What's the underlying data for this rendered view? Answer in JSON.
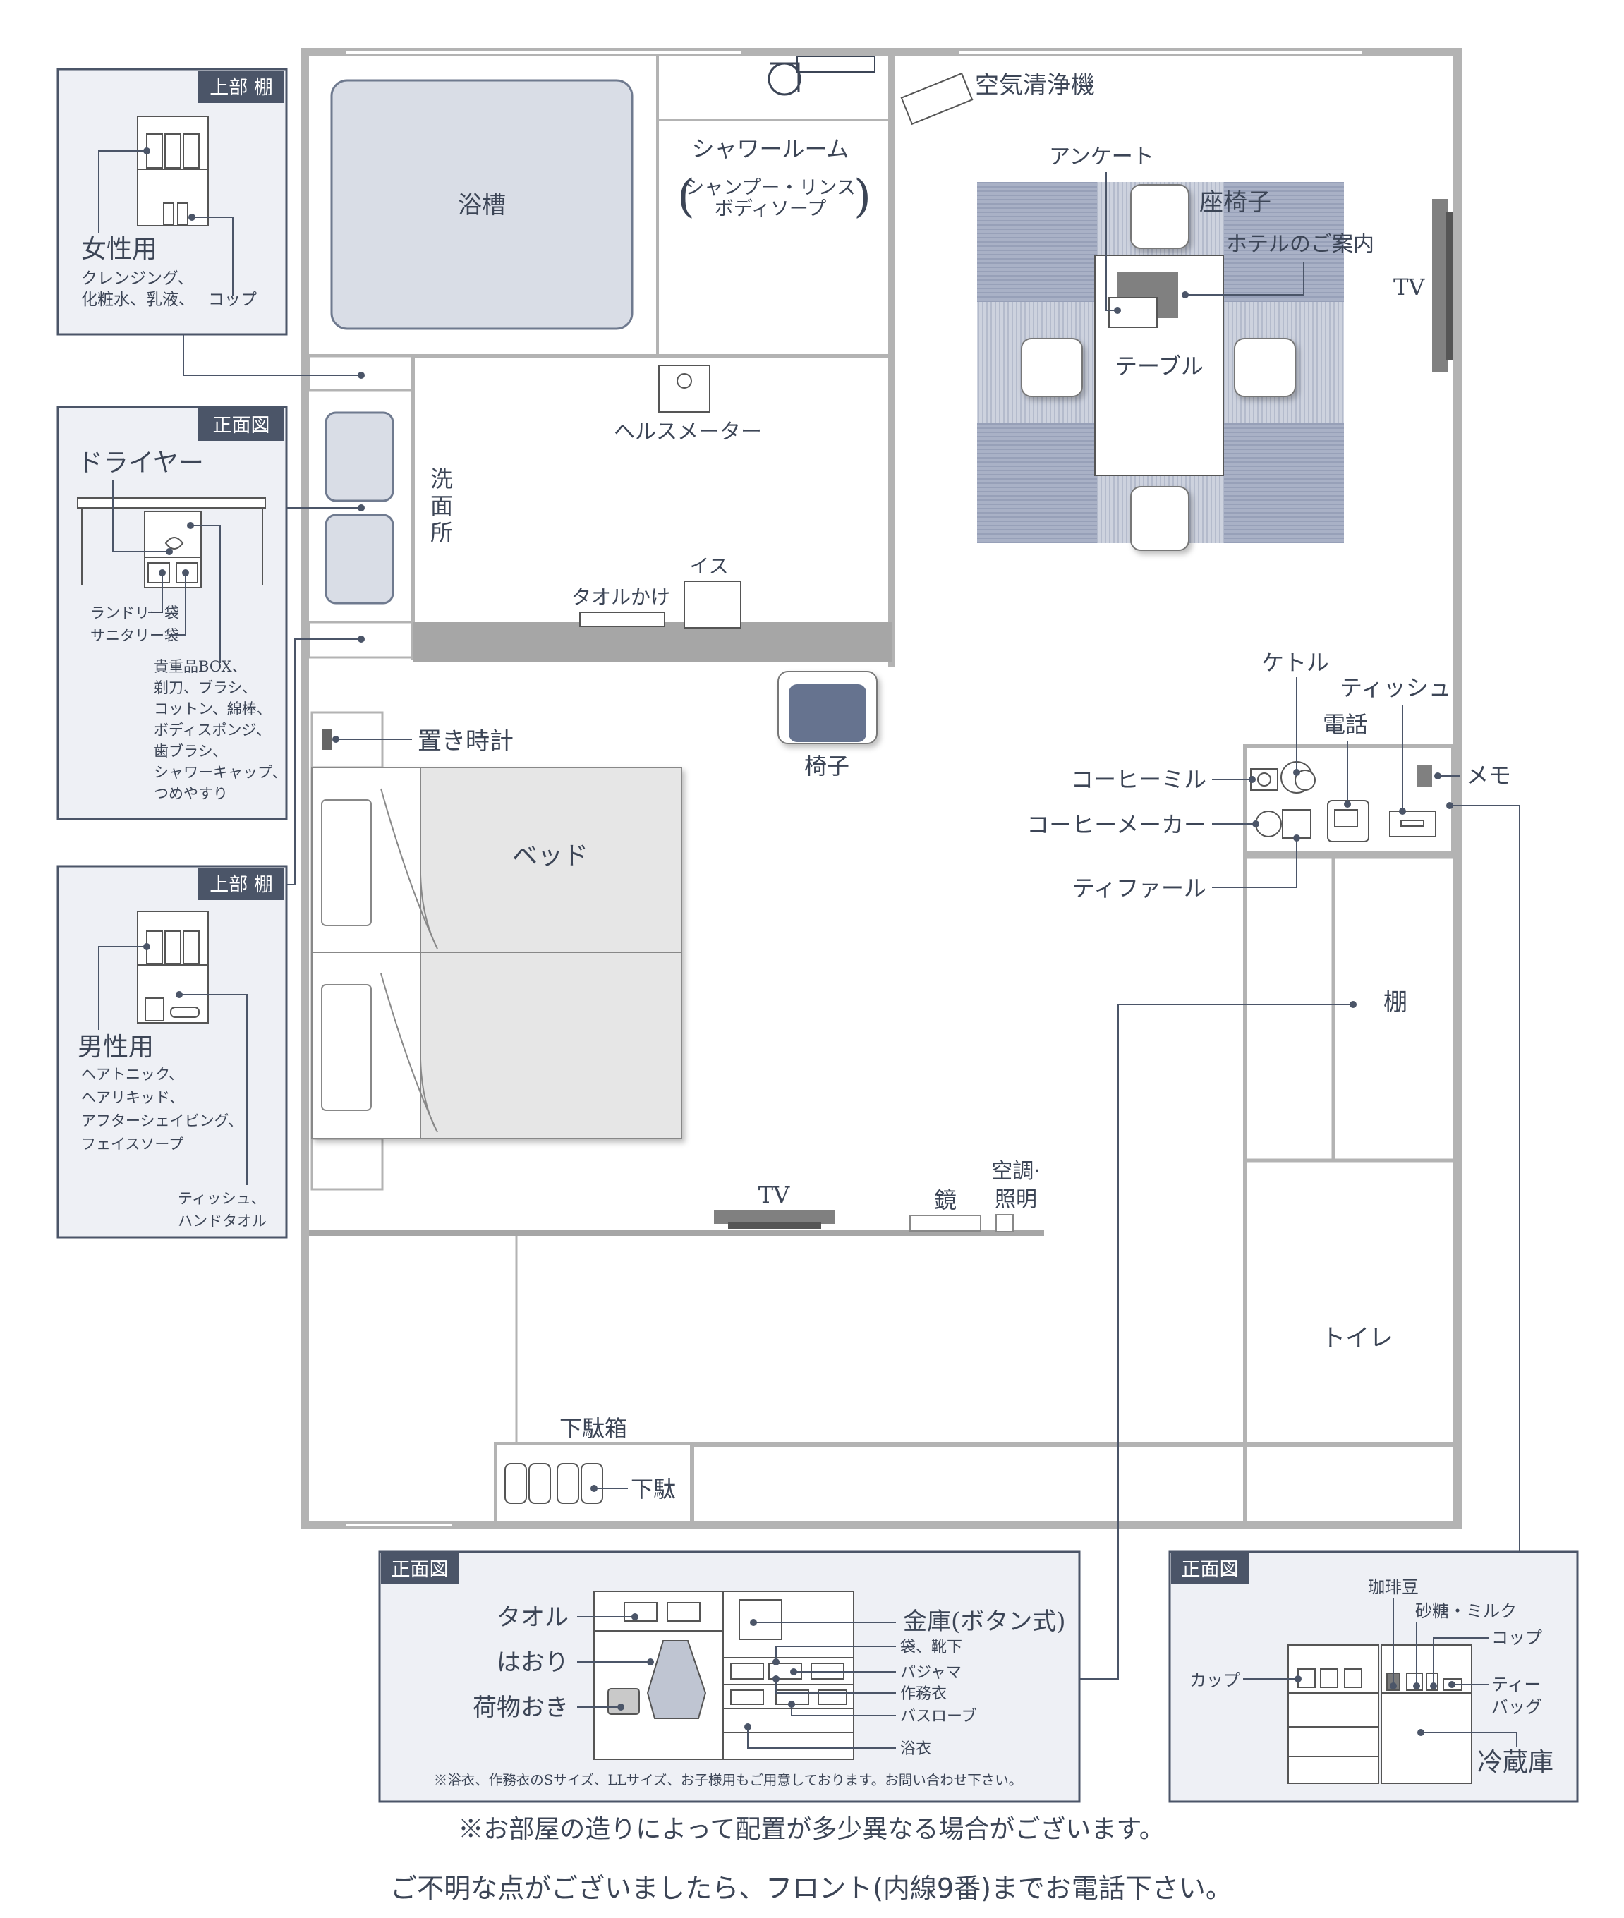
{
  "colors": {
    "wall": "#b3b3b3",
    "wall_dark": "#a6a6a6",
    "fixture_fill": "#d9dde6",
    "fixture_stroke": "#6f7a8f",
    "panel_bg": "#eef0f5",
    "panel_border": "#4b5568",
    "tag_bg": "#4b5568",
    "leader": "#4b5568",
    "tatami_light": "#d4d8e3",
    "tatami_dark": "#a9b1c6",
    "chair_seat": "#66738f",
    "text": "#3c4556"
  },
  "rooms": {
    "bathtub": "浴槽",
    "shower_room": "シャワールーム",
    "shower_items_1": "シャンプー・リンス",
    "shower_items_2": "ボディソープ",
    "washroom": [
      "洗",
      "面",
      "所"
    ],
    "health_meter": "ヘルスメーター",
    "towel_rack": "タオルかけ",
    "stool": "イス",
    "air_purifier": "空気清浄機",
    "questionnaire": "アンケート",
    "floor_chair": "座椅子",
    "hotel_guide": "ホテルのご案内",
    "table": "テーブル",
    "tv_right": "TV",
    "chair": "椅子",
    "desk_clock": "置き時計",
    "bed": "ベッド",
    "tv_bottom": "TV",
    "mirror": "鏡",
    "aircon_1": "空調·",
    "aircon_2": "照明",
    "kettle": "ケトル",
    "tissue": "ティッシュ",
    "phone": "電話",
    "coffee_mill": "コーヒーミル",
    "memo": "メモ",
    "coffee_maker": "コーヒーメーカー",
    "tfal": "ティファール",
    "shelf": "棚",
    "toilet": "トイレ",
    "geta_box": "下駄箱",
    "geta": "下駄"
  },
  "panel_women": {
    "tag": "上部 棚",
    "title": "女性用",
    "items": "クレンジング、",
    "items2": "化粧水、乳液、",
    "cup": "コップ"
  },
  "panel_dryer": {
    "tag": "正面図",
    "title": "ドライヤー",
    "laundry": "ランドリー袋",
    "sanitary": "サニタリー袋",
    "valuables": [
      "貴重品BOX、",
      "剃刀、ブラシ、",
      "コットン、綿棒、",
      "ボディスポンジ、",
      "歯ブラシ、",
      "シャワーキャップ、",
      "つめやすり"
    ]
  },
  "panel_men": {
    "tag": "上部 棚",
    "title": "男性用",
    "items": [
      "ヘアトニック、",
      "ヘアリキッド、",
      "アフターシェイビング、",
      "フェイスソープ"
    ],
    "tissue": [
      "ティッシュ、",
      "ハンドタオル"
    ]
  },
  "panel_closet": {
    "tag": "正面図",
    "towel": "タオル",
    "haori": "はおり",
    "luggage": "荷物おき",
    "safe": "金庫(ボタン式)",
    "socks": "袋、靴下",
    "pajama": "パジャマ",
    "samue": "作務衣",
    "bathrobe": "バスローブ",
    "yukata": "浴衣",
    "note": "※浴衣、作務衣のSサイズ、LLサイズ、お子様用もご用意しております。お問い合わせ下さい。"
  },
  "panel_fridge": {
    "tag": "正面図",
    "beans": "珈琲豆",
    "sugar": "砂糖・ミルク",
    "cup_right": "コップ",
    "cup_left": "カップ",
    "teabag_1": "ティー",
    "teabag_2": "バッグ",
    "fridge": "冷蔵庫"
  },
  "footer": {
    "note1": "※お部屋の造りによって配置が多少異なる場合がございます。",
    "note2": "ご不明な点がございましたら、フロント(内線9番)までお電話下さい。"
  }
}
